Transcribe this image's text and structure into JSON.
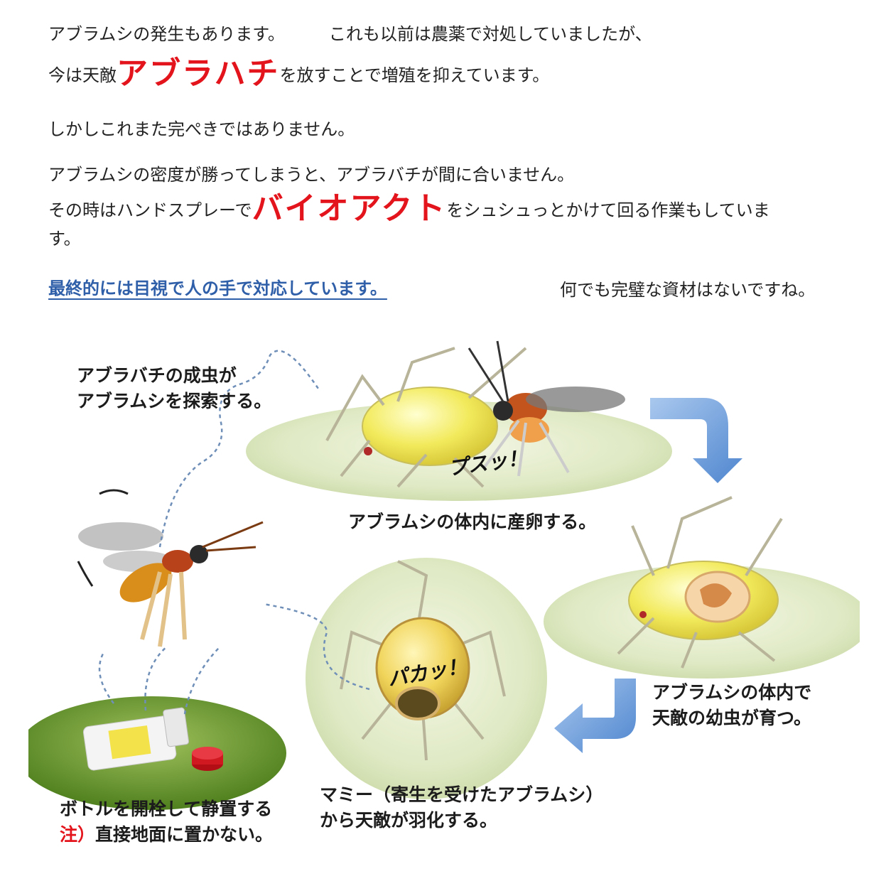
{
  "text": {
    "line1a": "アブラムシの発生もあります。",
    "line1b": "これも以前は農薬で対処していましたが、",
    "line2_pre": "今は天敵",
    "line2_em": "アブラハチ",
    "line2_post": "を放すことで増殖を抑えています。",
    "line3": "しかしこれまた完ぺきではありません。",
    "line4": "アブラムシの密度が勝ってしまうと、アブラバチが間に合いません。",
    "line5_pre": "その時はハンドスプレーで",
    "line5_em": "バイオアクト",
    "line5_post": "をシュシュっとかけて回る作業もしていま",
    "line5_wrap": "す。",
    "line6_link": "最終的には目視で人の手で対応しています。",
    "line6_tail": "何でも完璧な資材はないですね。"
  },
  "figure": {
    "cap_search_1": "アブラバチの成虫が",
    "cap_search_2": "アブラムシを探索する。",
    "cap_lay": "アブラムシの体内に産卵する。",
    "cap_grow_1": "アブラムシの体内で",
    "cap_grow_2": "天敵の幼虫が育つ。",
    "cap_mummy_1": "マミー（寄生を受けたアブラムシ）",
    "cap_mummy_2": "から天敵が羽化する。",
    "cap_bottle_1": "ボトルを開栓して静置する",
    "cap_bottle_2_note": "注）",
    "cap_bottle_2": "直接地面に置かない。",
    "sfx_stab": "プスッ！",
    "sfx_pop": "パカッ！"
  },
  "colors": {
    "accent_red": "#e3141b",
    "link_blue": "#2f5fa8",
    "arrow_blue": "#6f9fd8"
  }
}
